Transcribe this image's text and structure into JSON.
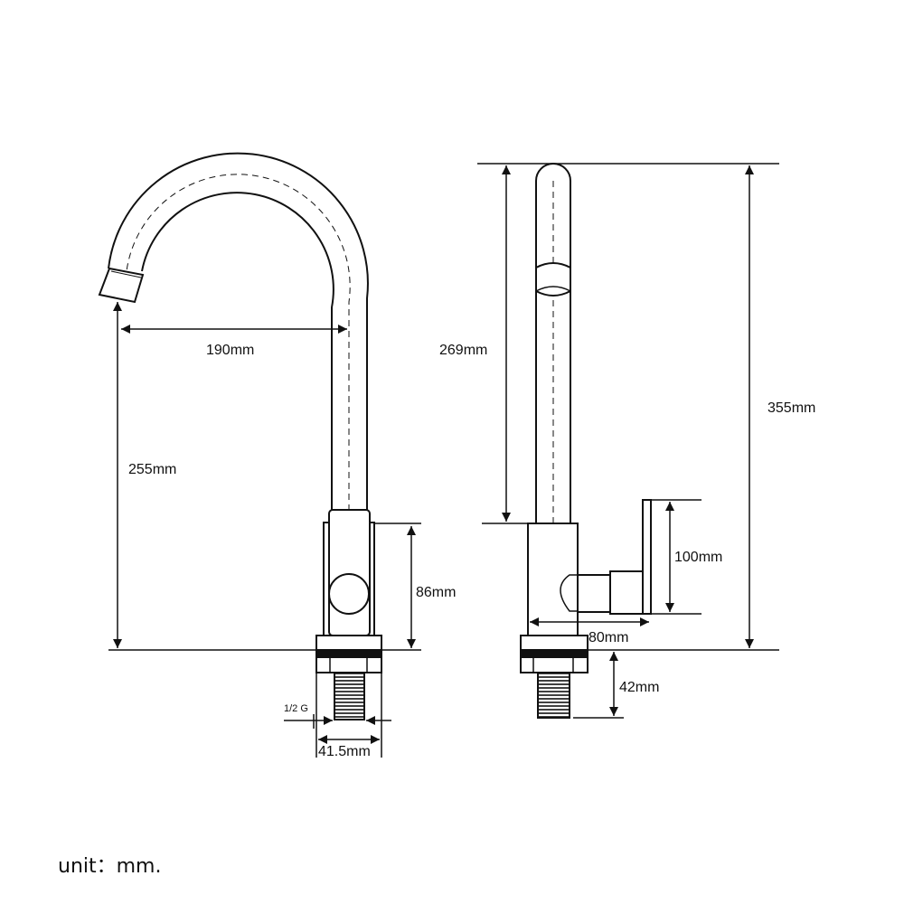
{
  "dimensions": {
    "spout_reach": "190mm",
    "spout_height": "255mm",
    "body_height": "86mm",
    "thread": "1/2 G",
    "base_width": "41.5mm",
    "pipe_length": "269mm",
    "total_height": "355mm",
    "handle_height": "100mm",
    "handle_reach": "80mm",
    "shank_length": "42mm"
  },
  "footer": {
    "unit_note": "unit：mm."
  },
  "colors": {
    "line": "#111111",
    "background": "#ffffff"
  }
}
